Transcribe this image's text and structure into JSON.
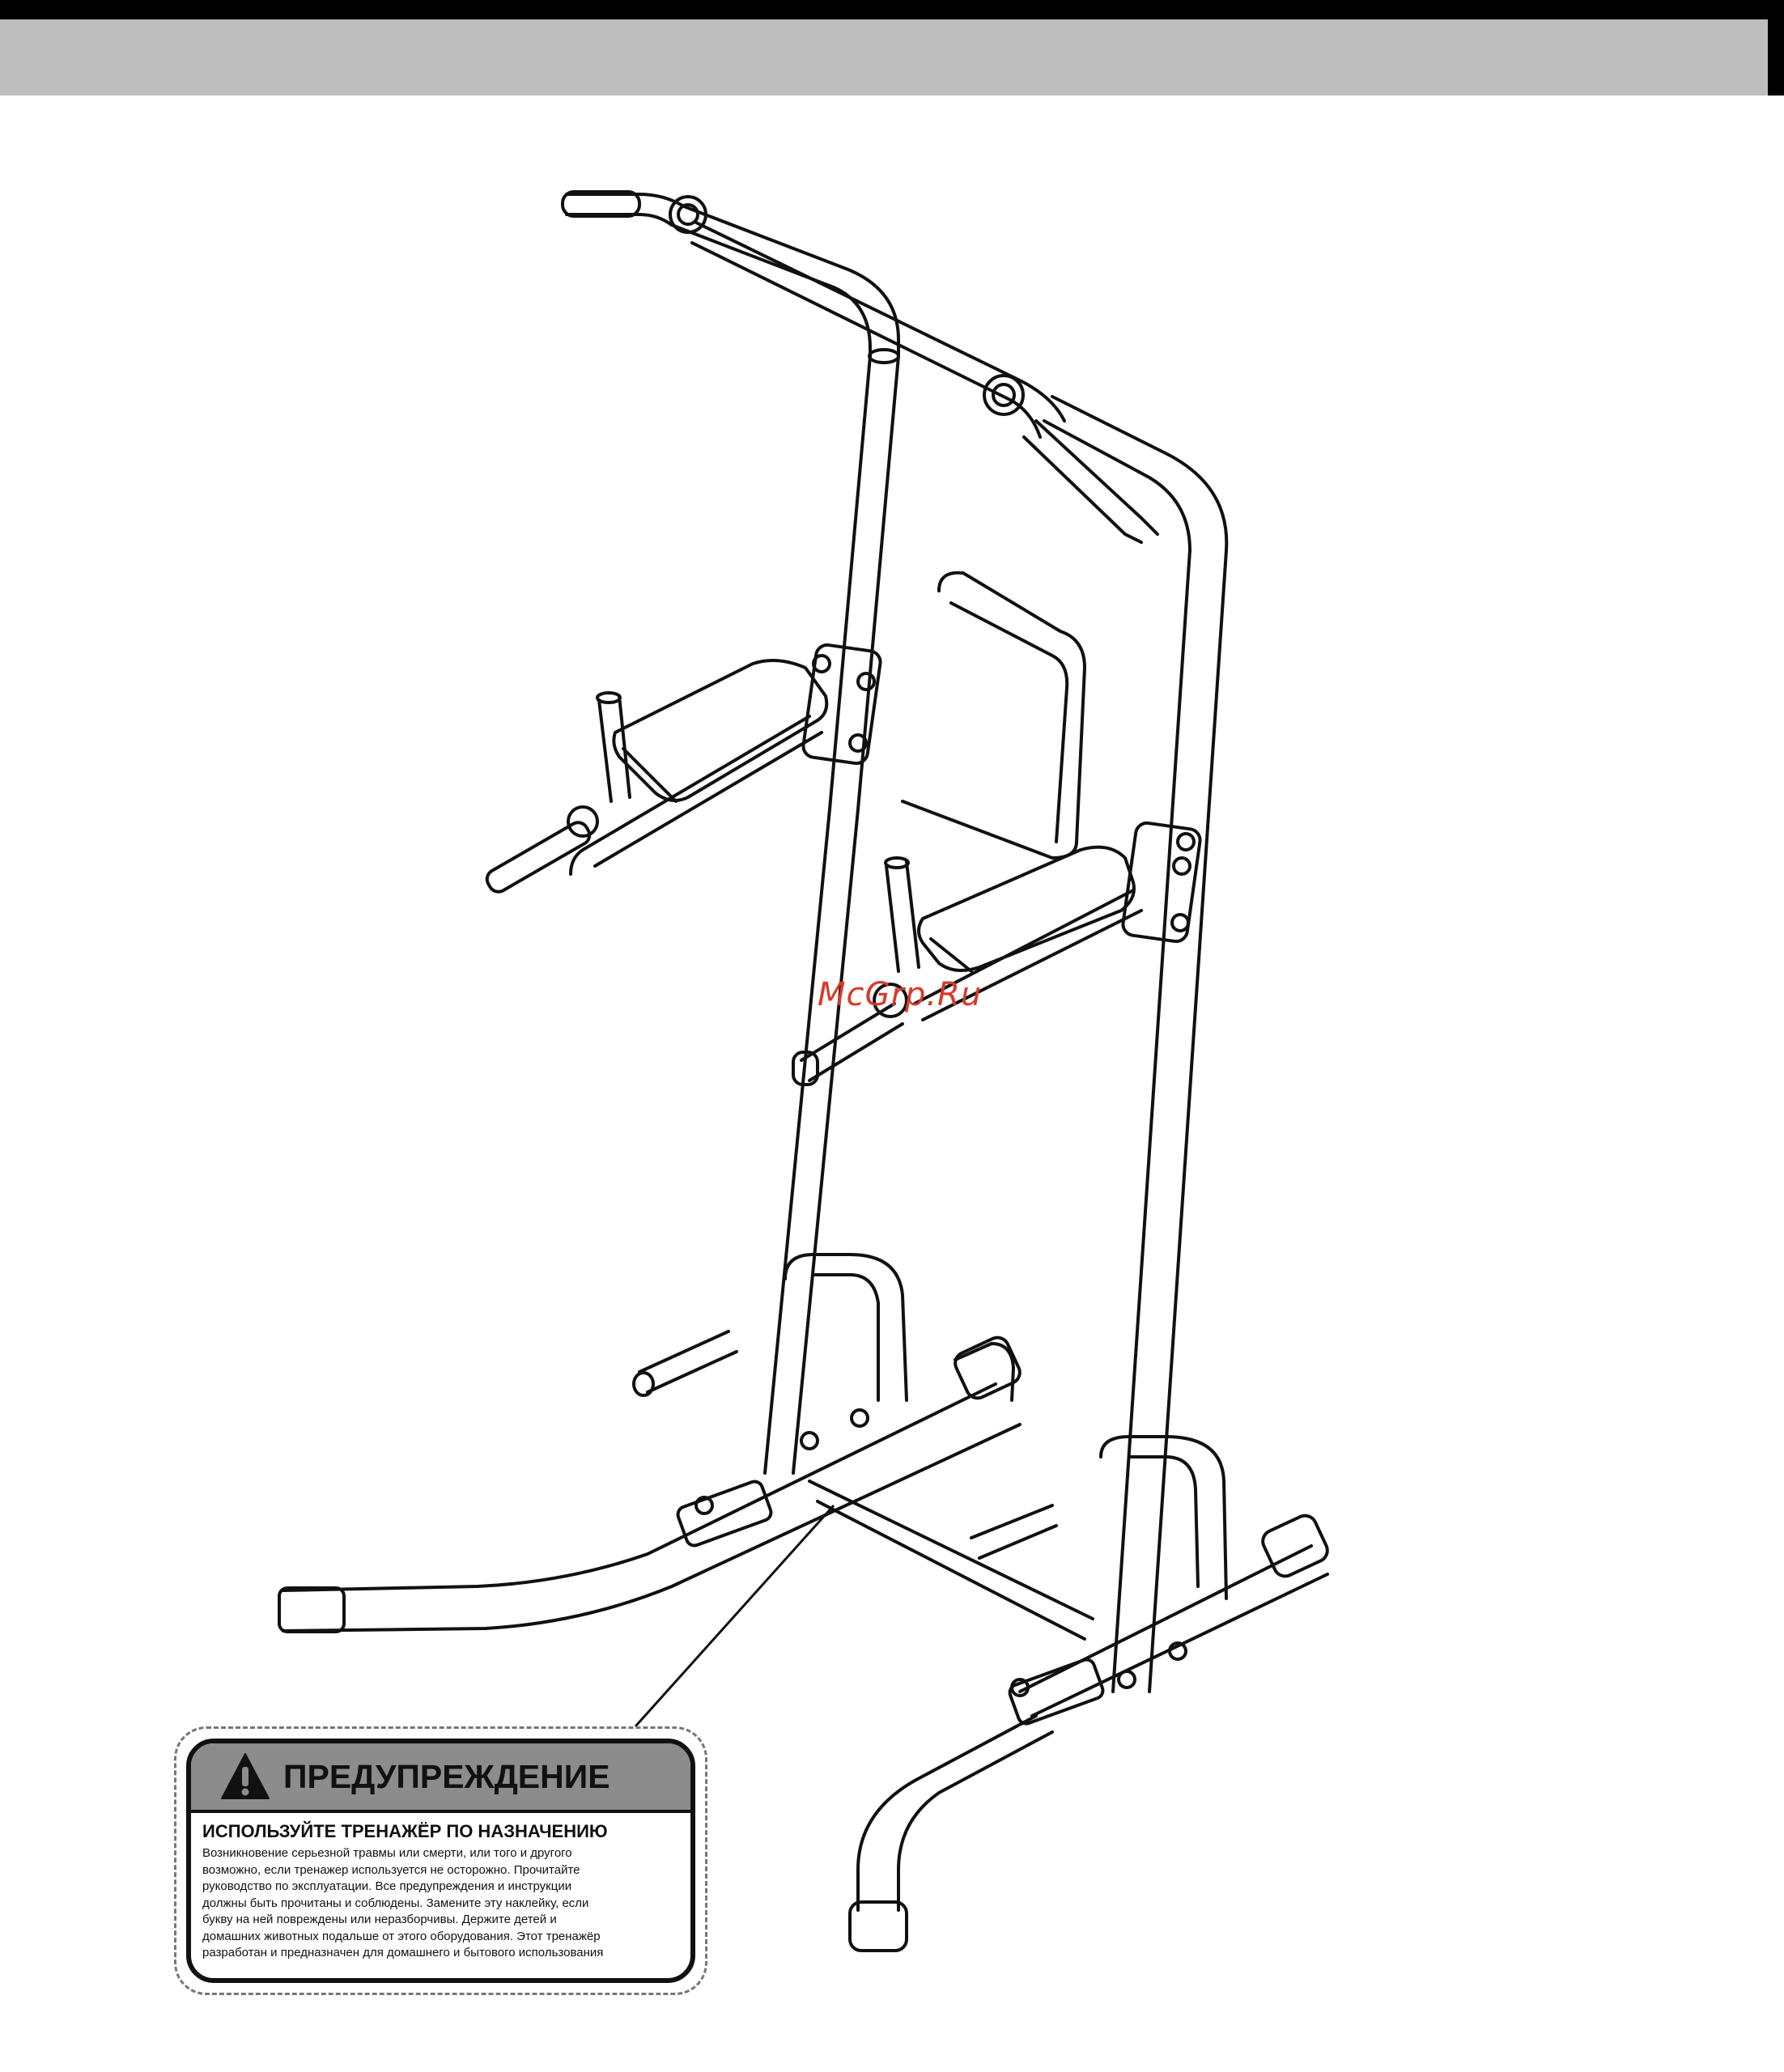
{
  "watermark": "McGrp.Ru",
  "warning": {
    "title": "ПРЕДУПРЕЖДЕНИЕ",
    "subtitle": "ИСПОЛЬЗУЙТЕ ТРЕНАЖЁР ПО НАЗНАЧЕНИЮ",
    "lines": [
      "Возникновение серьезной травмы или смерти, или того и другого",
      "возможно, если тренажер используется не осторожно. Прочитайте",
      "руководство по эксплуатации. Все предупреждения и инструкции",
      "должны быть прочитаны и соблюдены. Замените эту наклейку, если",
      "букву на ней повреждены или неразборчивы. Держите детей и",
      "домашних животных подальше от этого оборудования. Этот тренажёр",
      "разработан и предназначен для домашнего и бытового использования"
    ]
  },
  "colors": {
    "header_bar": "#000000",
    "header_inner": "#bdbdbd",
    "warning_header": "#8c8c8c",
    "watermark": "#d83a2a"
  },
  "icons": {
    "warning": "warning-triangle-icon"
  }
}
